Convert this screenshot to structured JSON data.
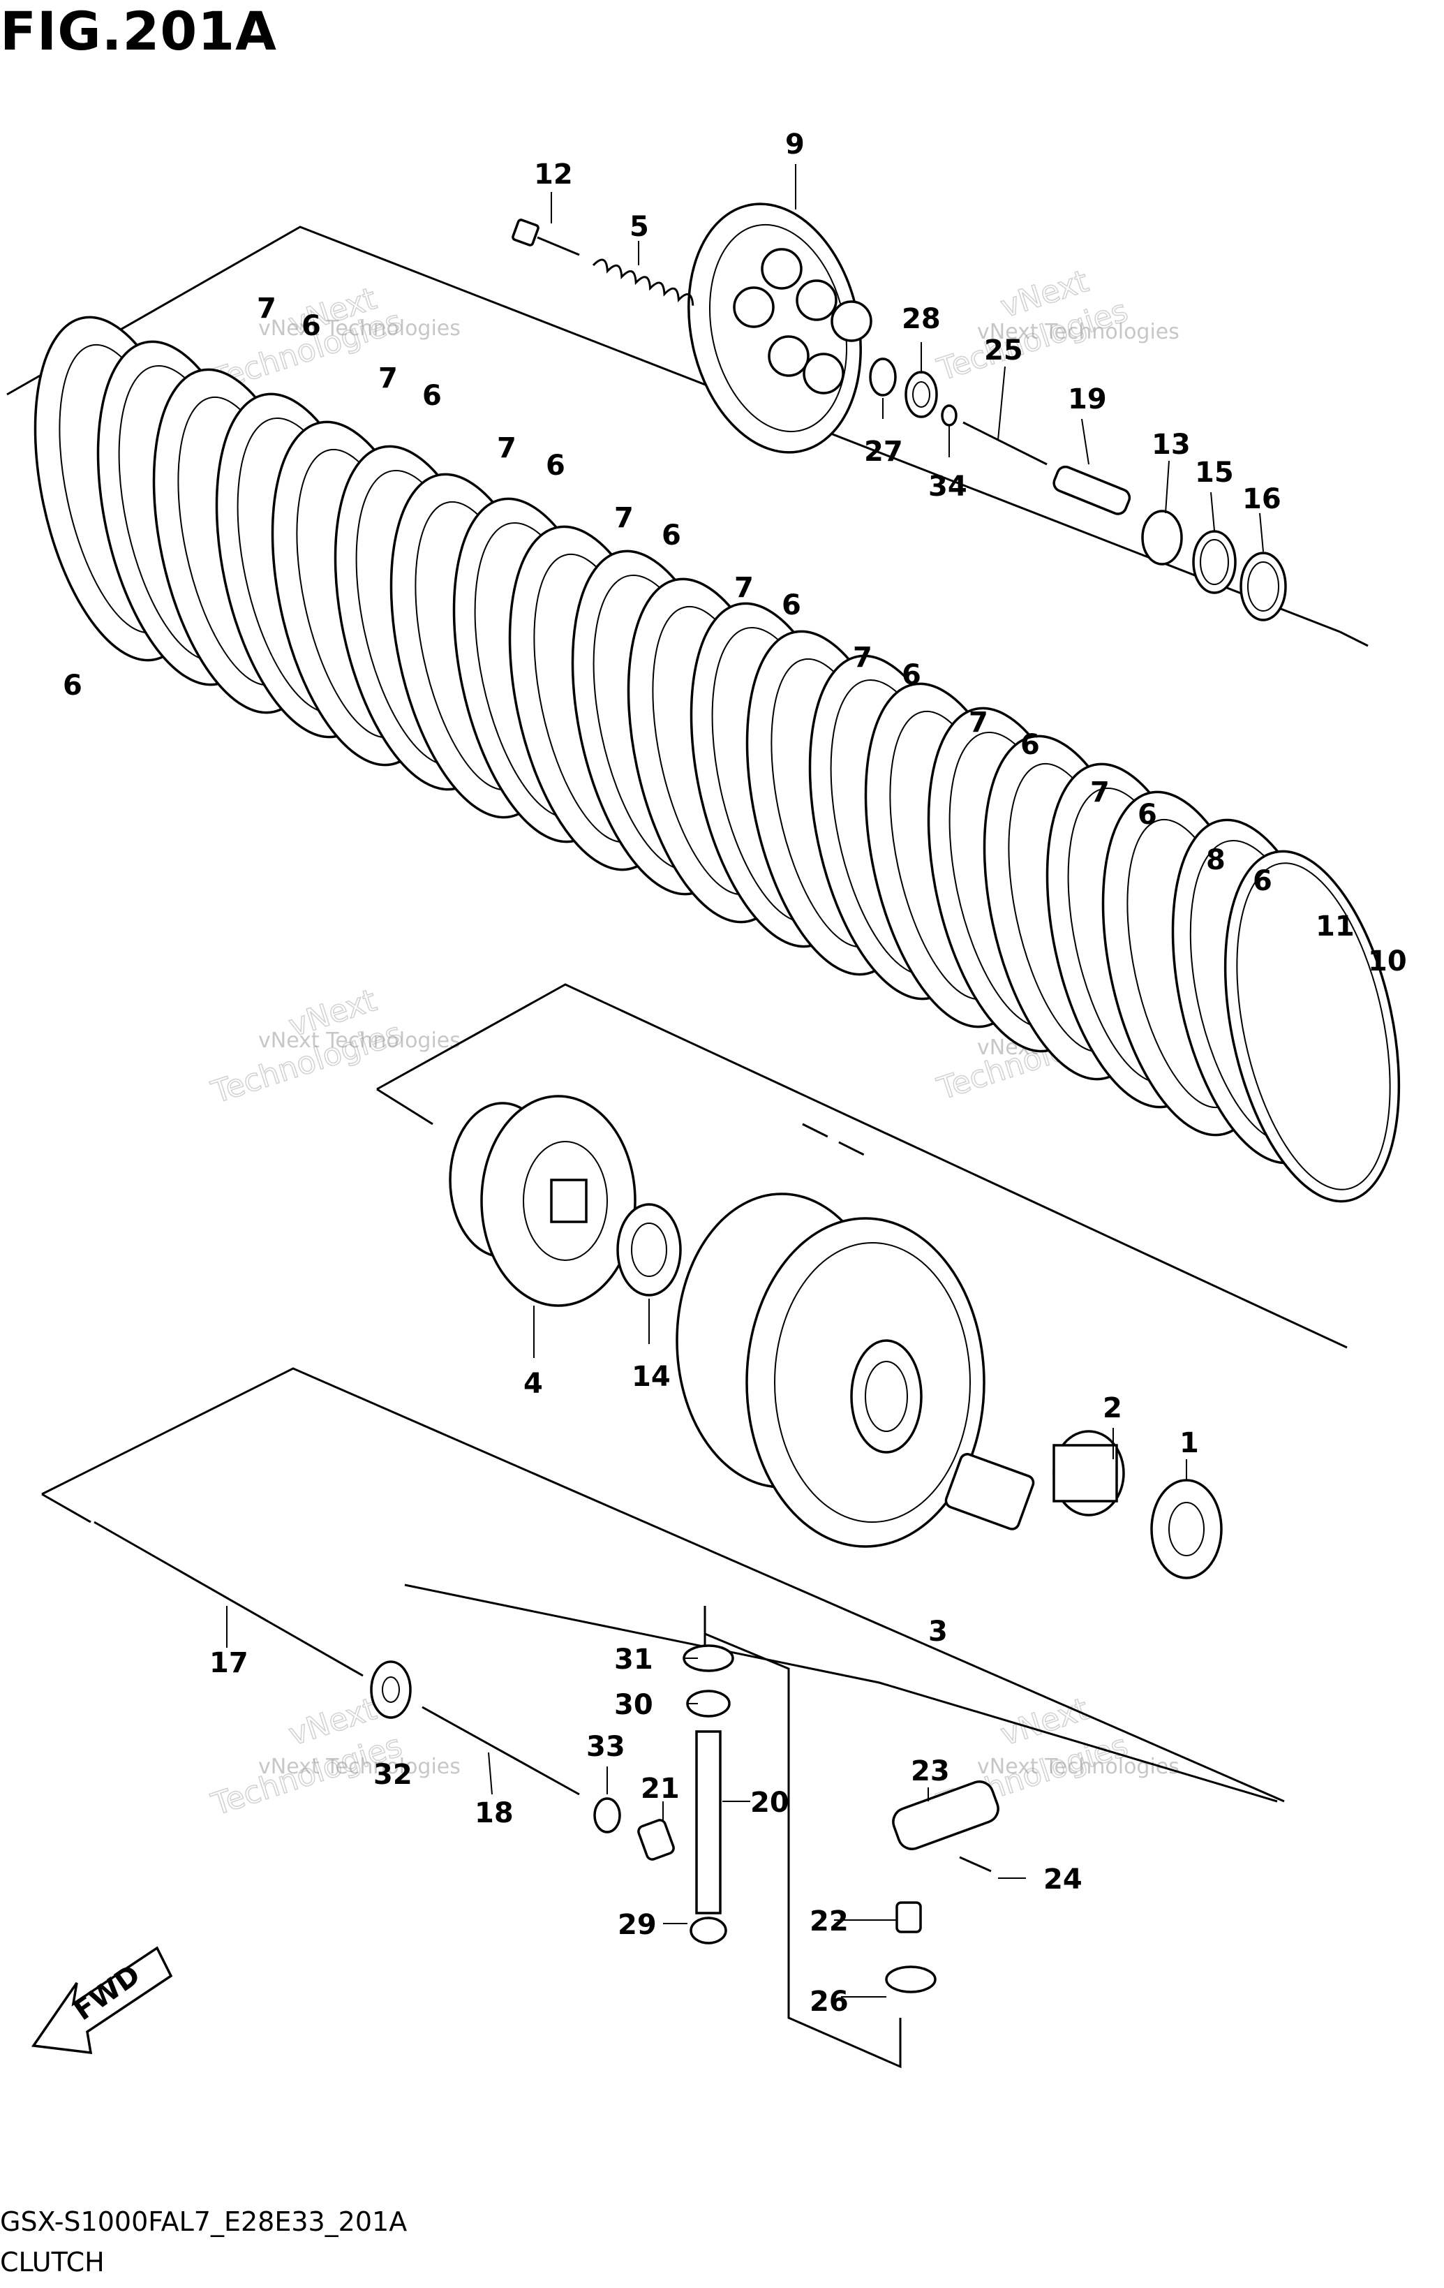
{
  "figure_title": "FIG.201A",
  "model_code": "GSX-S1000FAL7_E28E33_201A",
  "caption": "CLUTCH",
  "fwd_label": "FWD",
  "watermark": {
    "line1": "vNext",
    "line2": "Technologies",
    "full": "vNext Technologies"
  },
  "callouts": {
    "p1": "1",
    "p2": "2",
    "p3": "3",
    "p4": "4",
    "p5": "5",
    "p6": "6",
    "p7": "7",
    "p8": "8",
    "p9": "9",
    "p10": "10",
    "p11": "11",
    "p12": "12",
    "p13": "13",
    "p14": "14",
    "p15": "15",
    "p16": "16",
    "p17": "17",
    "p18": "18",
    "p19": "19",
    "p20": "20",
    "p21": "21",
    "p22": "22",
    "p23": "23",
    "p24": "24",
    "p25": "25",
    "p26": "26",
    "p27": "27",
    "p28": "28",
    "p29": "29",
    "p30": "30",
    "p31": "31",
    "p32": "32",
    "p33": "33",
    "p34": "34"
  }
}
